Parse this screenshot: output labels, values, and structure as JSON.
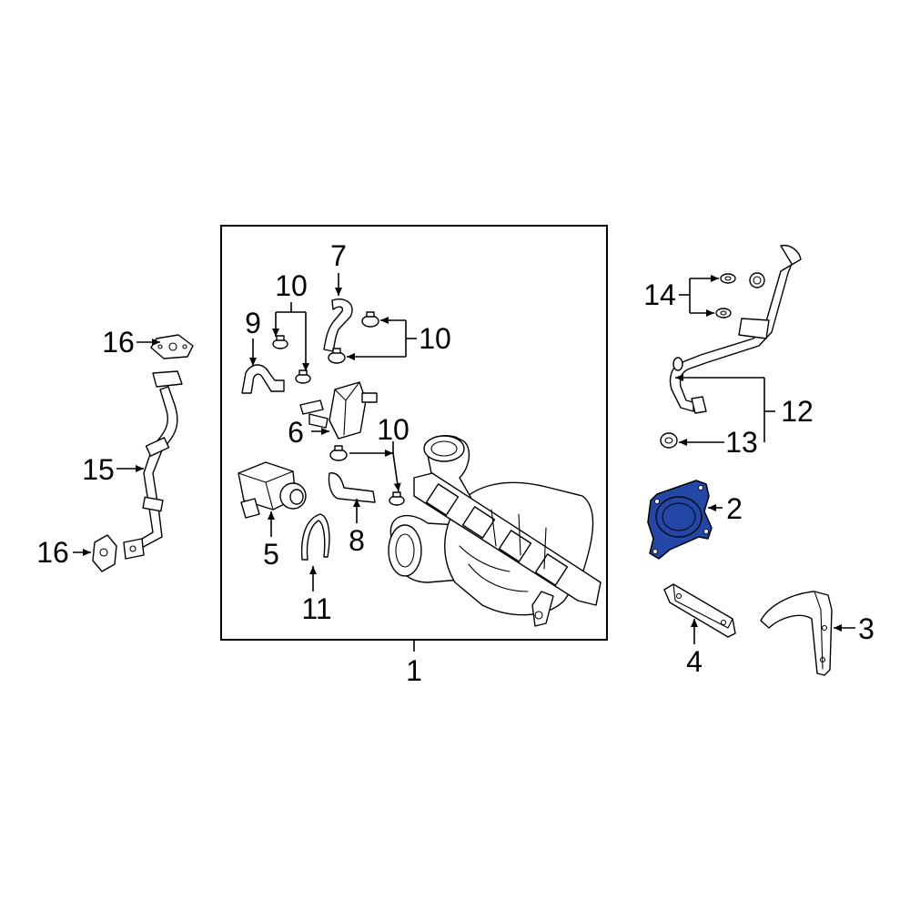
{
  "callouts": {
    "c1": "1",
    "c2": "2",
    "c3": "3",
    "c4": "4",
    "c5": "5",
    "c6": "6",
    "c7": "7",
    "c8": "8",
    "c9": "9",
    "c10a": "10",
    "c10b": "10",
    "c10c": "10",
    "c11": "11",
    "c12": "12",
    "c13": "13",
    "c14": "14",
    "c15": "15",
    "c16a": "16",
    "c16b": "16"
  },
  "colors": {
    "highlight": "#2347a6",
    "line": "#000000",
    "background": "#ffffff"
  }
}
